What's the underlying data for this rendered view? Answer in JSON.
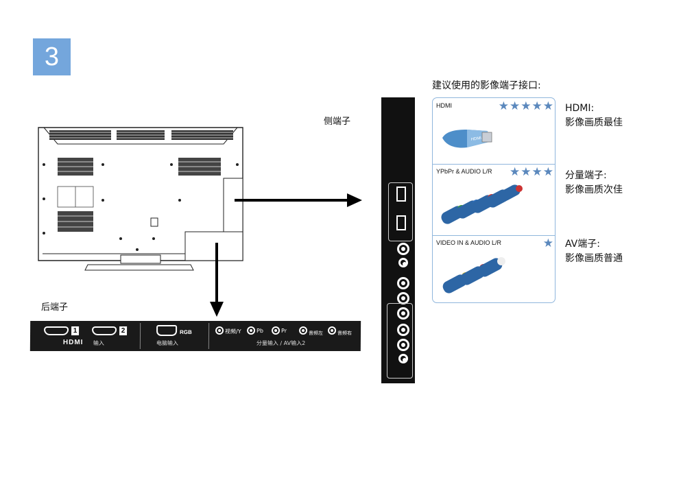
{
  "step_number": "3",
  "labels": {
    "side_ports": "侧端子",
    "rear_ports": "后端子",
    "recommended_title": "建议使用的影像端子接口:"
  },
  "connectors": [
    {
      "name": "HDMI",
      "rating": 5,
      "quality_line1": "HDMI:",
      "quality_line2": "影像画质最佳"
    },
    {
      "name": "YPbPr & AUDIO L/R",
      "rating": 4,
      "quality_line1": "分量端子:",
      "quality_line2": "影像画质次佳"
    },
    {
      "name": "VIDEO IN & AUDIO L/R",
      "rating": 1,
      "quality_line1": "AV端子:",
      "quality_line2": "影像画质普通"
    }
  ],
  "rear_panel": {
    "hdmi_port_1": "1",
    "hdmi_port_2": "2",
    "hdmi_logo": "HDMI",
    "hdmi_input": "输入",
    "rgb": "RGB",
    "pc_input": "电脑输入",
    "jack_video_y": "视频/Y",
    "jack_pb": "Pb",
    "jack_pr": "Pr",
    "jack_audio_left": "音频左",
    "jack_audio_right": "音频右",
    "component_av_input": "分量输入 / AV输入2"
  },
  "colors": {
    "accent_blue": "#74a6dc",
    "panel_border": "#8fb6dc",
    "star": "#5b88bd",
    "port_bar": "#1a1a1a"
  }
}
